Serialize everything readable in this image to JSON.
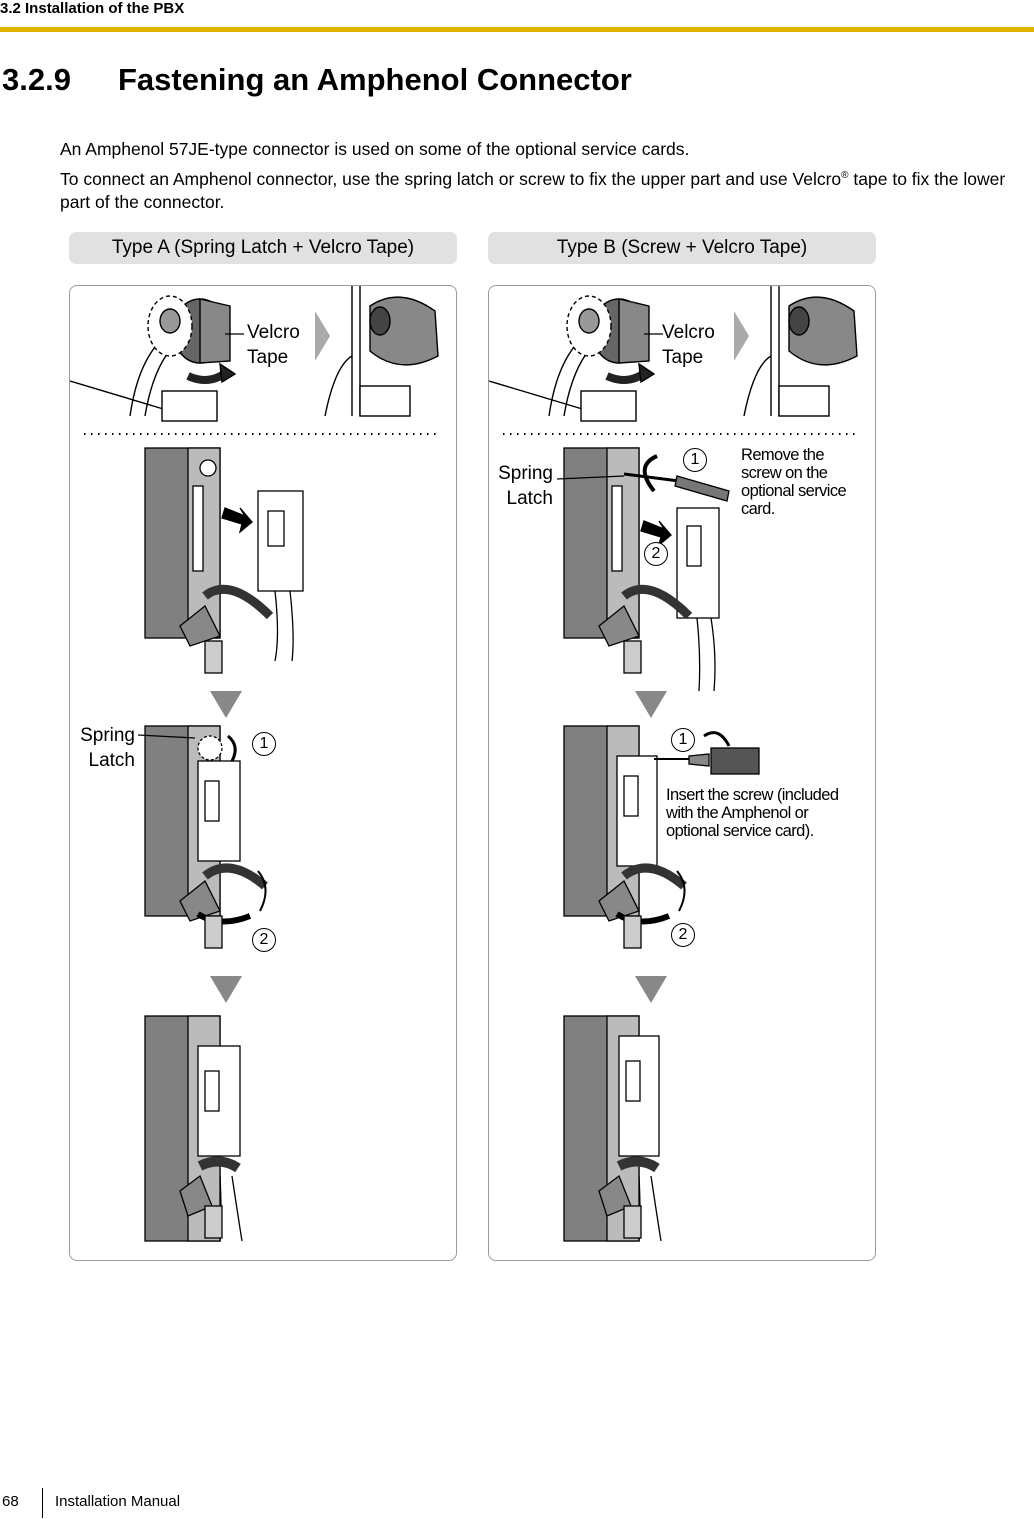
{
  "header": {
    "title": "3.2 Installation of the PBX"
  },
  "section": {
    "number": "3.2.9",
    "title": "Fastening an Amphenol Connector"
  },
  "paragraphs": {
    "p1": "An Amphenol 57JE-type connector is used on some of the optional service cards.",
    "p2a": "To connect an Amphenol connector, use the spring latch or screw to fix the upper part and use Velcro",
    "p2_reg": "®",
    "p2b": " tape to fix the lower part of the connector."
  },
  "typeA": {
    "tab": "Type A (Spring Latch + Velcro Tape)",
    "velcro_1": "Velcro",
    "velcro_2": "Tape",
    "spring_1": "Spring",
    "spring_2": "Latch",
    "step1": "1",
    "step2": "2"
  },
  "typeB": {
    "tab": "Type B (Screw + Velcro Tape)",
    "velcro_1": "Velcro",
    "velcro_2": "Tape",
    "spring_1": "Spring",
    "spring_2": "Latch",
    "remove_note_1": "Remove the",
    "remove_note_2": "screw on the",
    "remove_note_3": "optional service",
    "remove_note_4": "card.",
    "insert_note_1": "Insert the screw (included",
    "insert_note_2": "with the Amphenol or",
    "insert_note_3": "optional service card).",
    "step1a": "1",
    "step2a": "2",
    "step1b": "1",
    "step2b": "2"
  },
  "footer": {
    "page": "68",
    "doc": "Installation Manual"
  }
}
